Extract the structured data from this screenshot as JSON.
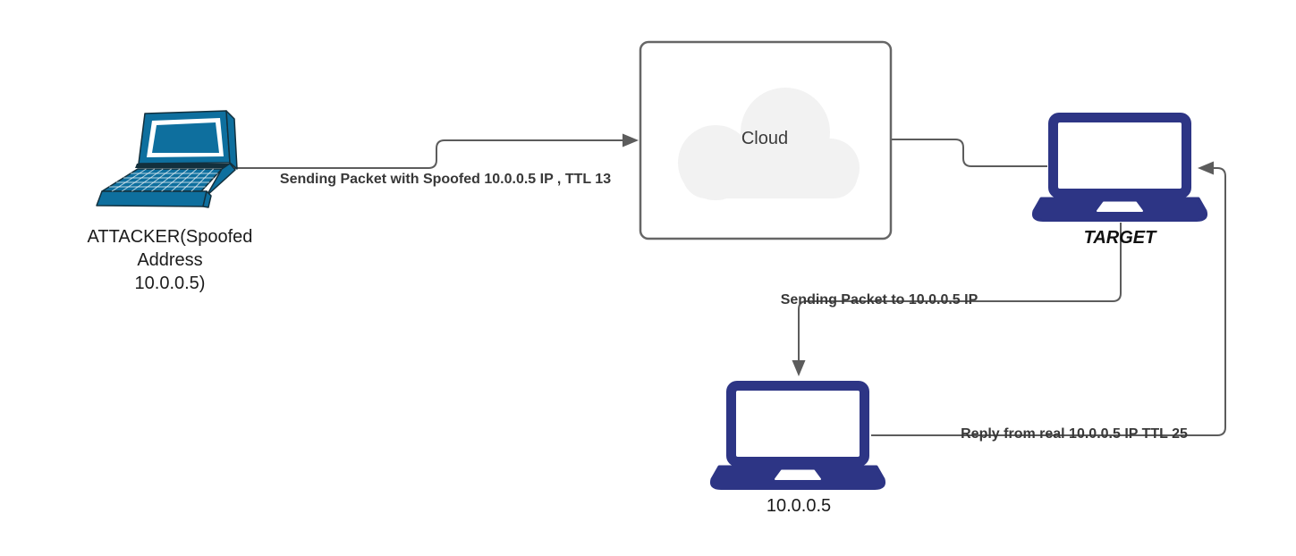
{
  "diagram": {
    "nodes": {
      "attacker": {
        "label": "ATTACKER(Spoofed\nAddress\n10.0.0.5)",
        "icon": "laptop-3d-icon",
        "color": "#0e6f9e"
      },
      "cloud": {
        "label": "Cloud",
        "icon": "cloud-icon",
        "border_color": "#666666",
        "cloud_fill": "#f2f2f2"
      },
      "target": {
        "label": "TARGET",
        "icon": "laptop-icon",
        "color": "#2d3585"
      },
      "host": {
        "label": "10.0.0.5",
        "icon": "laptop-icon",
        "color": "#2d3585"
      }
    },
    "edges": [
      {
        "from": "attacker",
        "to": "cloud",
        "label": "Sending Packet with Spoofed 10.0.0.5 IP , TTL 13",
        "arrow": "right"
      },
      {
        "from": "cloud",
        "to": "target",
        "label": "",
        "arrow": "none"
      },
      {
        "from": "target",
        "to": "host",
        "label": "Sending Packet to 10.0.0.5 IP",
        "arrow": "down"
      },
      {
        "from": "host",
        "to": "target",
        "label": "Reply from real 10.0.0.5 IP TTL 25",
        "arrow": "left"
      }
    ],
    "connector_color": "#5c5c5c",
    "background": "#ffffff"
  }
}
